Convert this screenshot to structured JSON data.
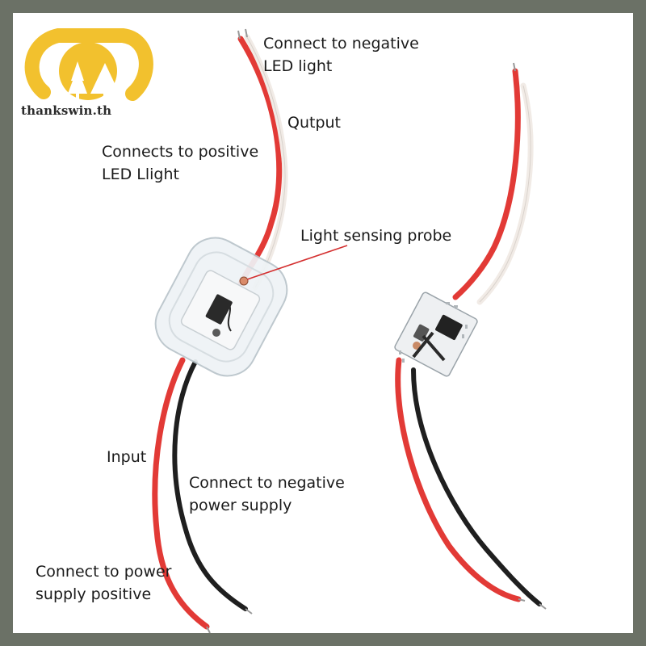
{
  "brand": {
    "watermark_text": "thankswin.th",
    "logo_color": "#f2c12e"
  },
  "labels": {
    "connect_negative_led": [
      "Connect to negative",
      "LED light"
    ],
    "output": "Qutput",
    "connects_positive_led": [
      "Connects to positive",
      "LED Llight"
    ],
    "light_probe": "Light sensing probe",
    "input": "Input",
    "connect_negative_power": [
      "Connect to negative",
      "power supply"
    ],
    "connect_power_positive": [
      "Connect to power",
      "supply positive"
    ]
  },
  "colors": {
    "frame_border": "#6b7166",
    "wire_red": "#e23a36",
    "wire_white": "#f4efe9",
    "wire_black": "#1f1f1f",
    "pointer_line": "#d43030",
    "pcb": "#eef0f2"
  }
}
